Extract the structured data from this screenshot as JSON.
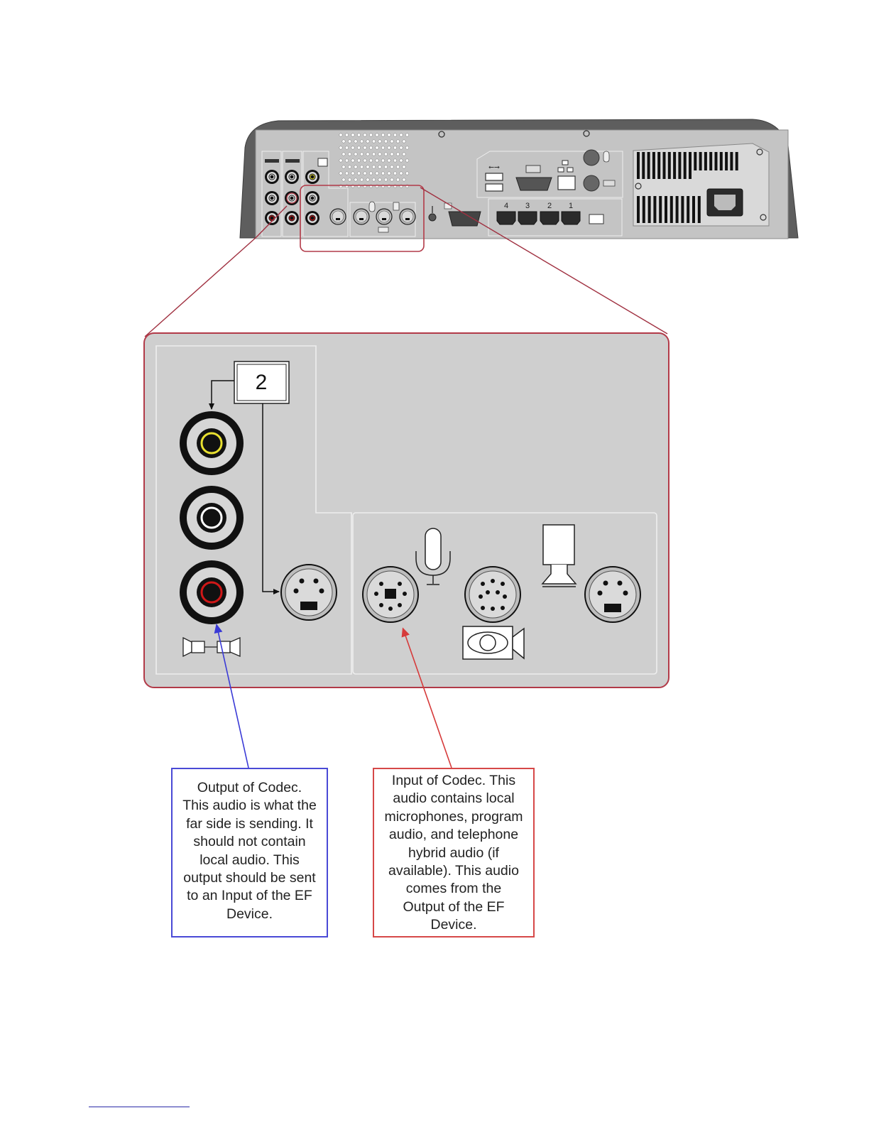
{
  "zoom_panel": {
    "output_badge": "2"
  },
  "device_panel": {
    "phone_port_numbers": [
      "4",
      "3",
      "2",
      "1"
    ]
  },
  "callouts": {
    "output": "Output of Codec.\nThis audio is what the\nfar side is sending.  It\nshould not contain\nlocal audio.  This\noutput should be sent\nto an Input of the EF\nDevice.",
    "input": "Input of Codec.  This\naudio contains local\nmicrophones, program\naudio, and telephone\nhybrid audio (if\navailable).  This audio\ncomes from the\nOutput of the EF\nDevice."
  },
  "colors": {
    "chassis": "#5e5e5e",
    "panel": "#c4c4c4",
    "zoom_panel": "#cfcfcf",
    "highlight_border": "#b23a48",
    "output_arrow": "#3a3ad6",
    "input_arrow": "#d63a3a",
    "jack_yellow": "#e8e030",
    "jack_red": "#d01818"
  }
}
